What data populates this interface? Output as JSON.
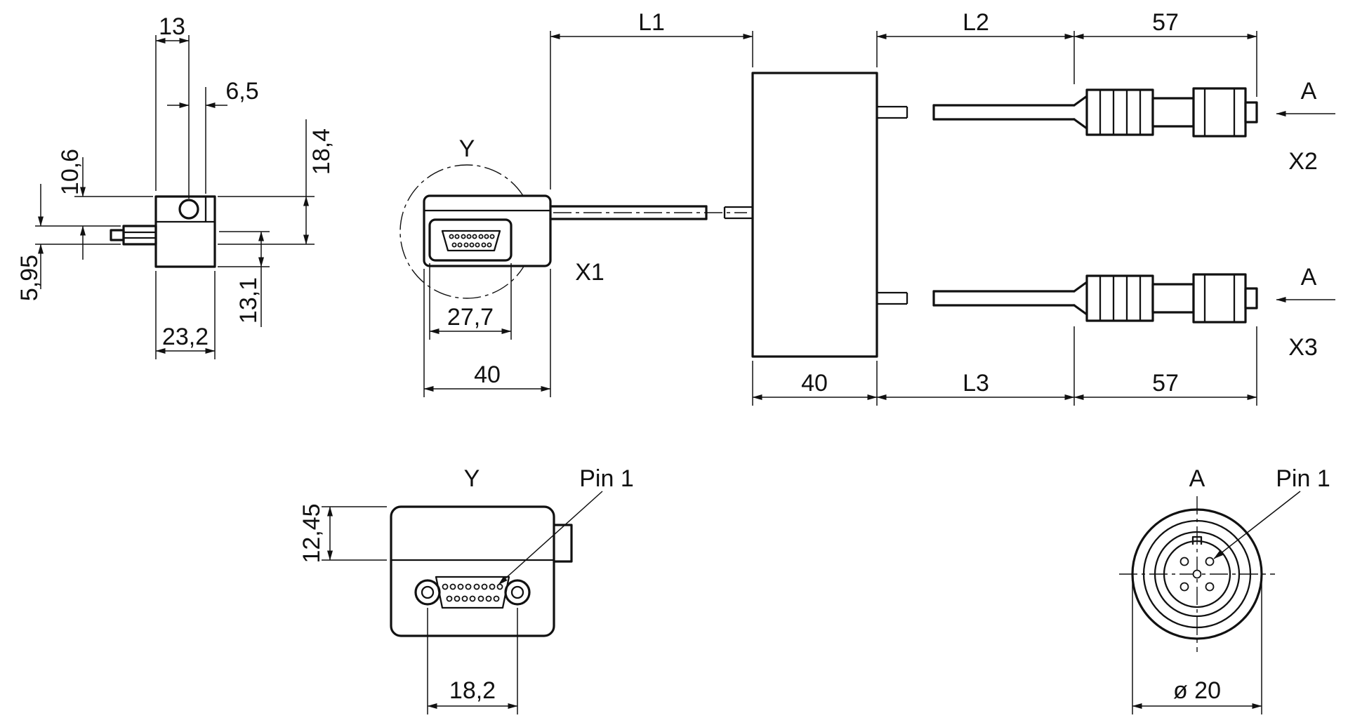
{
  "side_view": {
    "dim_width_top": "13",
    "dim_screw_offset": "6,5",
    "dim_height_upper": "10,6",
    "dim_height_overall": "18,4",
    "dim_plug_height": "5,95",
    "dim_width_bottom": "23,2",
    "dim_height_lower": "13,1"
  },
  "x1_view": {
    "detail_marker": "Y",
    "connector_label": "X1",
    "dim_face_width": "27,7",
    "dim_body_width": "40",
    "dim_cable_length": "L1"
  },
  "box_view": {
    "dim_cable_l2": "L2",
    "dim_connector_top": "57",
    "dim_box_width": "40",
    "dim_cable_l3": "L3",
    "dim_connector_bottom": "57",
    "section_marker_top": "A",
    "section_marker_bottom": "A",
    "connector_top_label": "X2",
    "connector_bottom_label": "X3"
  },
  "detail_y": {
    "title": "Y",
    "pin_label": "Pin 1",
    "dim_height": "12,45",
    "dim_width": "18,2"
  },
  "detail_a": {
    "title": "A",
    "pin_label": "Pin 1",
    "dim_diameter": "ø 20"
  }
}
